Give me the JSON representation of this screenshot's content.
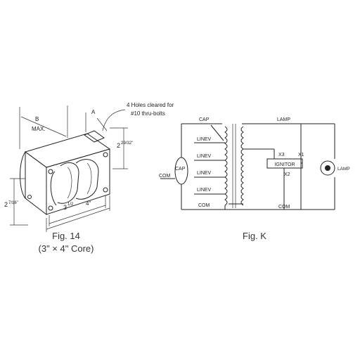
{
  "fig14": {
    "caption_line1": "Fig. 14",
    "caption_line2": "(3\" × 4\" Core)",
    "dim_b": "B",
    "dim_max": "MAX.",
    "dim_a": "A",
    "holes_line1": "4 Holes cleared for",
    "holes_line2": "#10 thru-bolts",
    "dim_height_whole": "2",
    "dim_height_frac": "29/32\"",
    "dim_side_whole": "2",
    "dim_side_frac": "7/16\"",
    "dim_mount_whole": "3",
    "dim_mount_frac": "1/2",
    "dim_width": "4\""
  },
  "figK": {
    "caption": "Fig. K",
    "labels": {
      "cap_top": "CAP",
      "lamp_top": "LAMP",
      "linev1": "LINEV",
      "linev2": "LINEV",
      "linev3": "LINEV",
      "linev4": "LINEV",
      "com_bottom_left": "COM",
      "cap_side": "CAP",
      "com_side": "COM",
      "x3": "X3",
      "x1": "X1",
      "x2": "X2",
      "ignitor": "IGNITOR",
      "com_bottom_right": "COM",
      "lamp_side": "LAMP"
    }
  }
}
